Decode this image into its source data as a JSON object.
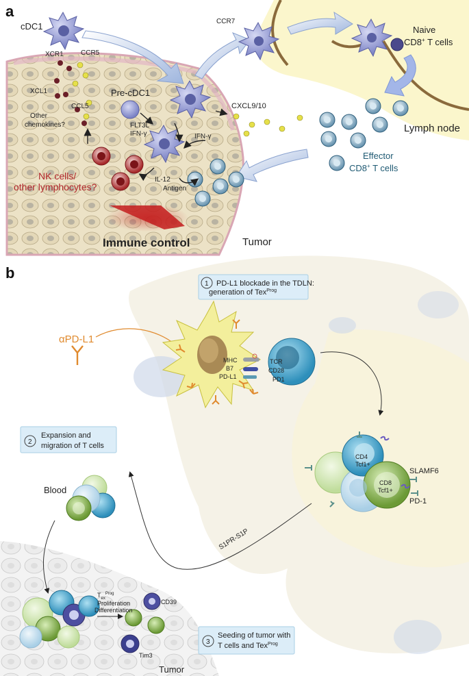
{
  "panel_a": {
    "letter": "a",
    "cdc1": "cDC1",
    "xcr1": "XCR1",
    "ccr5": "CCR5",
    "ccr7": "CCR7",
    "xcl1": "XCL1",
    "ccl5": "CCL5",
    "pre_cdc1": "Pre-cDC1",
    "other_chemokines": [
      "Other",
      "chemokines?"
    ],
    "flt3l": "FLT3L",
    "ifng_left": "IFN-γ",
    "ifng_right": "IFN-γ",
    "il12": "IL-12",
    "antigen": "Antigen",
    "nk_cells": [
      "NK cells/",
      "other lymphocytes?"
    ],
    "cxcl": "CXCL9/10",
    "naive": [
      "Naive",
      "CD8",
      "+",
      " T cells"
    ],
    "lymph_node": "Lymph node",
    "effector": [
      "Effector",
      "CD8",
      "+",
      " T cells"
    ],
    "immune_control": "Immune control",
    "tumor": "Tumor",
    "colors": {
      "dc": "#8f96d0",
      "chemokine_dark": "#6b1f28",
      "chemokine_yellow": "#e6e04a",
      "tcell": "#5a8fb0",
      "nk": "#b0252a",
      "lymph": "#fbf6cc",
      "arrow": "#b9cde8"
    }
  },
  "panel_b": {
    "letter": "b",
    "step1_num": "1",
    "step1": [
      "PD-L1 blockade in the TDLN:",
      "generation of Tex",
      "Prog"
    ],
    "apd_l1": "αPD-L1",
    "mhc": "MHC",
    "b7": "B7",
    "pdl1": "PD-L1",
    "tcr": "TCR",
    "cd28": "CD28",
    "pd1_top": "PD1",
    "step2_num": "2",
    "step2": [
      "Expansion and",
      "migration of T cells"
    ],
    "cd4": [
      "CD4",
      "Tcf1+"
    ],
    "cd8": [
      "CD8",
      "Tcf1+"
    ],
    "slamf6": "SLAMF6",
    "pd1": "PD-1",
    "blood": "Blood",
    "s1pr": "S1PR-S1P",
    "tex": [
      "T",
      "ex",
      "Prog",
      "Proliferation",
      "Differentiation"
    ],
    "cd39": "CD39",
    "tim3": "Tim3",
    "tumor": "Tumor",
    "step3_num": "3",
    "step3": [
      "Seeding of tumor with",
      "T cells and Tex",
      "Prog"
    ],
    "colors": {
      "dc_yellow": "#f3ef9c",
      "tcell_blue": "#4ea6cc",
      "green": "#7faa4a",
      "box": "#dcedf8",
      "orange": "#e08a2e"
    }
  }
}
